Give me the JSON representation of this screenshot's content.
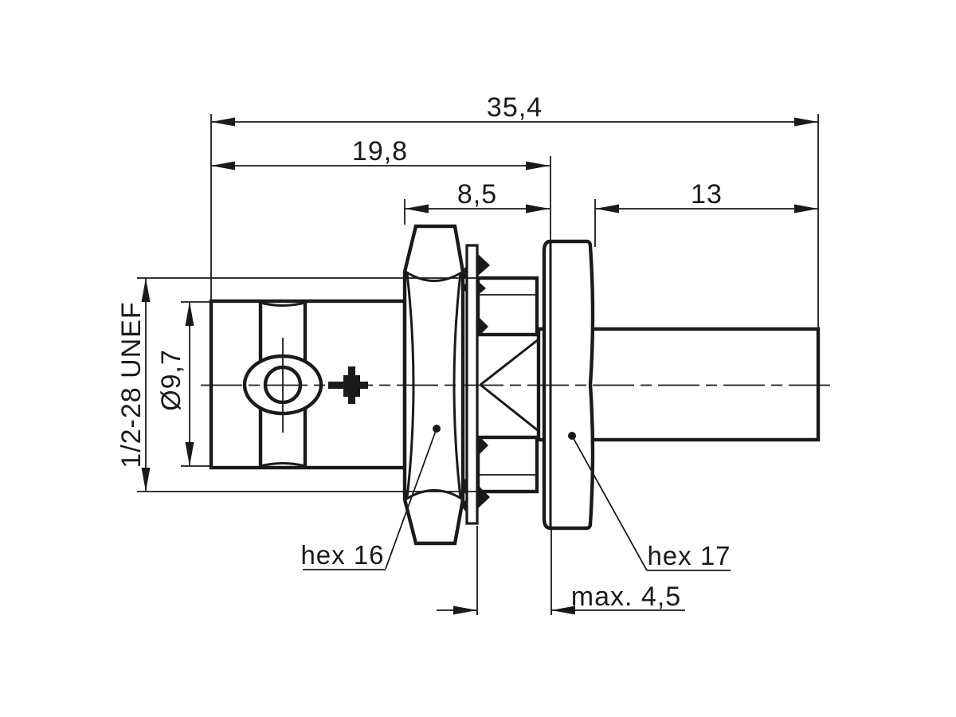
{
  "drawing": {
    "type": "technical-dimension-drawing",
    "background_color": "#ffffff",
    "ink_color": "#1a1a1a",
    "dimensions": {
      "overall_length": {
        "label": "35,4"
      },
      "front_length": {
        "label": "19,8"
      },
      "thread_length": {
        "label": "8,5"
      },
      "rear_length": {
        "label": "13"
      },
      "panel_thickness": {
        "label": "max. 4,5"
      },
      "body_diameter": {
        "label": "Ø9,7"
      },
      "thread_spec": {
        "label": "1/2-28 UNEF"
      }
    },
    "labels": {
      "coupling_nut": {
        "label": "hex 16"
      },
      "flange_nut": {
        "label": "hex 17"
      }
    }
  }
}
